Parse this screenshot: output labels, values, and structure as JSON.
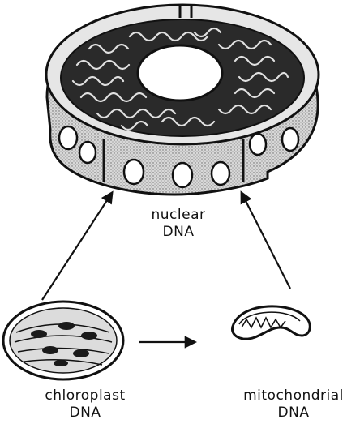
{
  "labels": {
    "nuclear_line1": "nuclear",
    "nuclear_line2": "DNA",
    "chloroplast_line1": "chloroplast",
    "chloroplast_line2": "DNA",
    "mitochondrial_line1": "mitochondrial",
    "mitochondrial_line2": "DNA"
  },
  "colors": {
    "ink": "#111111",
    "nucleus_fill": "#cfcfcf",
    "nucleus_inner": "#2a2a2a",
    "background": "#ffffff"
  },
  "icons": {
    "nucleus": "nucleus-cutaway-illustration",
    "chloroplast": "chloroplast-illustration",
    "mitochondrion": "mitochondrion-illustration"
  }
}
